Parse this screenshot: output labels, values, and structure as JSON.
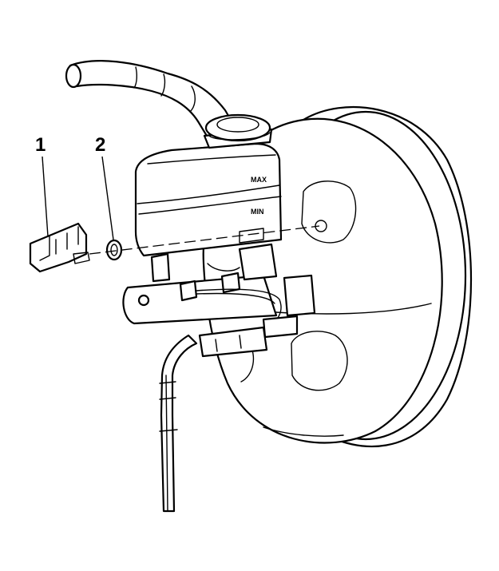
{
  "callouts": [
    {
      "id": "1",
      "label": "1"
    },
    {
      "id": "2",
      "label": "2"
    }
  ],
  "reservoir_marks": {
    "max": "MAX",
    "min": "MIN"
  },
  "colors": {
    "line": "#000000",
    "background": "#ffffff"
  }
}
